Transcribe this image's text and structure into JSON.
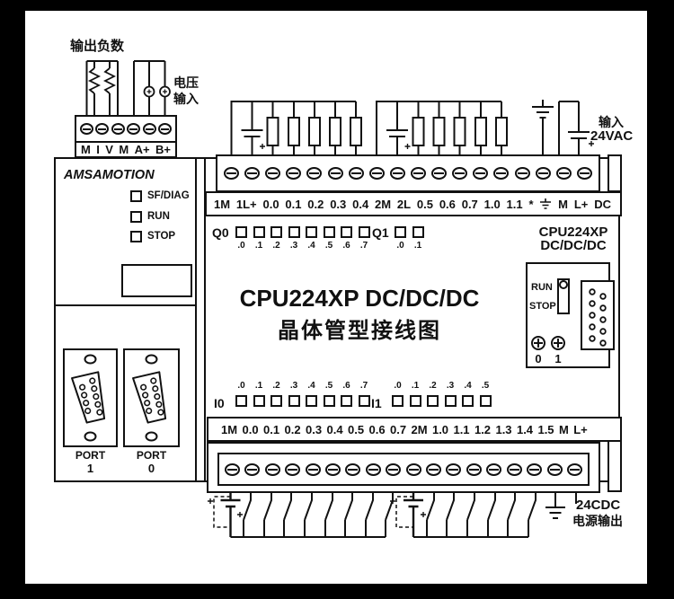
{
  "top_left": {
    "load_label": "输出负数",
    "voltage_line1": "电压",
    "voltage_line2": "输入",
    "terminals": [
      "M",
      "I",
      "V",
      "M",
      "A+",
      "B+"
    ]
  },
  "top_right": {
    "line1": "输入",
    "line2": "24VAC"
  },
  "output_terminals": {
    "labels": [
      "1M",
      "1L+",
      "0.0",
      "0.1",
      "0.2",
      "0.3",
      "0.4",
      "2M",
      "2L",
      "0.5",
      "0.6",
      "0.7",
      "1.0",
      "1.1",
      "*",
      "⏚",
      "M",
      "L+",
      "DC"
    ]
  },
  "indicators": {
    "q0": "Q0",
    "q0_bits": [
      ".0",
      ".1",
      ".2",
      ".3",
      ".4",
      ".5",
      ".6",
      ".7"
    ],
    "q1": "Q1",
    "q1_bits": [
      ".0",
      ".1"
    ],
    "i0": "I0",
    "i0_bits": [
      ".0",
      ".1",
      ".2",
      ".3",
      ".4",
      ".5",
      ".6",
      ".7"
    ],
    "i1": "I1",
    "i1_bits": [
      ".0",
      ".1",
      ".2",
      ".3",
      ".4",
      ".5"
    ]
  },
  "plc": {
    "brand": "AMSAMOTION",
    "leds": [
      "SF/DIAG",
      "RUN",
      "STOP"
    ],
    "title_line1": "CPU224XP DC/DC/DC",
    "title_line2": "晶体管型接线图",
    "model_line1": "CPU224XP",
    "model_line2": "DC/DC/DC",
    "run_label": "RUN",
    "stop_label": "STOP",
    "pot0": "0",
    "pot1": "1",
    "port1_name": "PORT",
    "port1_num": "1",
    "port0_name": "PORT",
    "port0_num": "0"
  },
  "input_terminals": {
    "labels": [
      "1M",
      "0.0",
      "0.1",
      "0.2",
      "0.3",
      "0.4",
      "0.5",
      "0.6",
      "0.7",
      "2M",
      "1.0",
      "1.1",
      "1.2",
      "1.3",
      "1.4",
      "1.5",
      "M",
      "L+"
    ]
  },
  "power_output": {
    "line1": "24CDC",
    "line2": "电源输出"
  },
  "colors": {
    "line": "#111111",
    "background": "#ffffff",
    "frame": "#000000"
  }
}
